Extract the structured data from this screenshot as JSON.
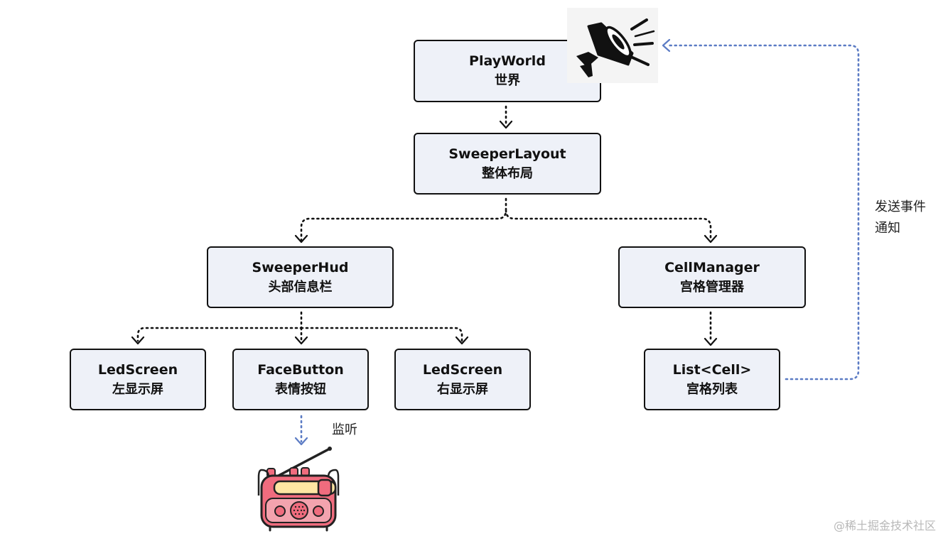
{
  "nodes": {
    "playworld": {
      "en": "PlayWorld",
      "zh": "世界"
    },
    "layout": {
      "en": "SweeperLayout",
      "zh": "整体布局"
    },
    "hud": {
      "en": "SweeperHud",
      "zh": "头部信息栏"
    },
    "cellmanager": {
      "en": "CellManager",
      "zh": "宫格管理器"
    },
    "led_left": {
      "en": "LedScreen",
      "zh": "左显示屏"
    },
    "facebutton": {
      "en": "FaceButton",
      "zh": "表情按钮"
    },
    "led_right": {
      "en": "LedScreen",
      "zh": "右显示屏"
    },
    "celllist": {
      "en": "List<Cell>",
      "zh": "宫格列表"
    }
  },
  "labels": {
    "notify_line1": "发送事件",
    "notify_line2": "通知",
    "listen": "监听"
  },
  "watermark": "@稀土掘金技术社区",
  "icons": [
    "megaphone-icon",
    "radio-icon"
  ],
  "colors": {
    "box_fill": "#eef1f8",
    "box_border": "#111111",
    "black_arrow": "#111111",
    "blue_arrow": "#5b7bc4"
  }
}
